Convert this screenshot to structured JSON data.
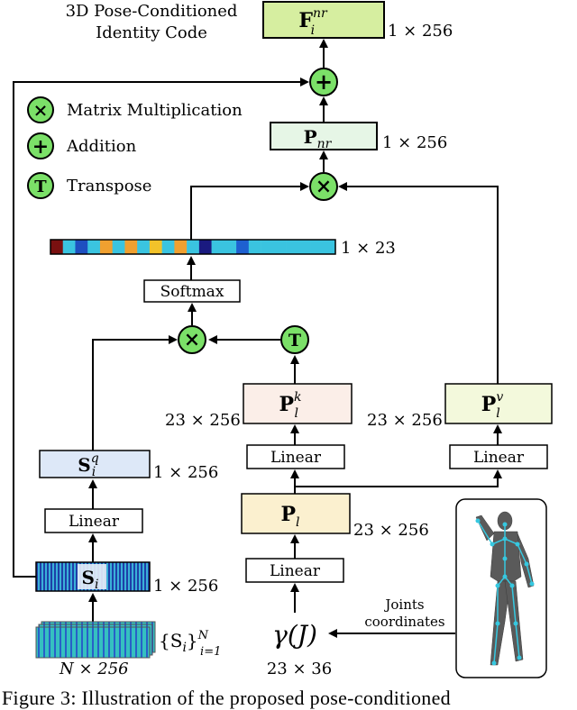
{
  "title": {
    "line1": "3D Pose-Conditioned",
    "line2": "Identity Code"
  },
  "legend": {
    "items": [
      {
        "symbol": "×",
        "label": "Matrix Multiplication"
      },
      {
        "symbol": "+",
        "label": "Addition"
      },
      {
        "symbol": "T",
        "label": "Transpose"
      }
    ]
  },
  "nodes": {
    "F": {
      "symbol": "F",
      "sup": "nr",
      "sub": "i",
      "dim": "1 × 256"
    },
    "Pnr": {
      "symbol": "P",
      "sub": "nr",
      "dim": "1 × 256"
    },
    "softmax": {
      "label": "Softmax"
    },
    "attention_dim": "1 × 23",
    "Pk": {
      "symbol": "P",
      "sup": "k",
      "sub": "l",
      "dim": "23 × 256"
    },
    "Pv": {
      "symbol": "P",
      "sup": "v",
      "sub": "l",
      "dim": "23 × 256"
    },
    "Sq": {
      "symbol": "S",
      "sup": "q",
      "sub": "i",
      "dim": "1 × 256"
    },
    "Pl": {
      "symbol": "P",
      "sub": "l",
      "dim": "23 × 256"
    },
    "Si": {
      "symbol": "S",
      "sub": "i",
      "dim": "1 × 256"
    },
    "Sset": {
      "text": "{S",
      "sub": "i",
      "close": "}",
      "supN": "N",
      "subRange": "i=1",
      "dim": "N × 256"
    },
    "gamma": {
      "text": "γ(J)",
      "dim": "23 × 36"
    },
    "joints_label": {
      "line1": "Joints",
      "line2": "coordinates"
    }
  },
  "linear_labels": [
    "Linear",
    "Linear",
    "Linear",
    "Linear"
  ],
  "colors": {
    "op_fill": "#7be068",
    "F_fill": "#d6eea0",
    "Pnr_fill": "#e6f6e6",
    "Pk_fill": "#fbeee8",
    "Pv_fill": "#f3f9dc",
    "Sq_fill": "#dde8f8",
    "Pl_fill": "#fbf0cf"
  },
  "attention_bar_colors": [
    "#7a1010",
    "#3ac4e0",
    "#1e4fc0",
    "#3ac4e0",
    "#f0a030",
    "#3ac4e0",
    "#f0a030",
    "#3ac4e0",
    "#f2c22a",
    "#3ac4e0",
    "#f0a030",
    "#3ac4e0",
    "#1a1a80",
    "#3ac4e0",
    "#3ac4e0",
    "#1e60d0",
    "#3ac4e0",
    "#3ac4e0",
    "#3ac4e0",
    "#3ac4e0",
    "#3ac4e0",
    "#3ac4e0",
    "#3ac4e0"
  ],
  "caption": "Figure 3: Illustration of the proposed pose-conditioned"
}
